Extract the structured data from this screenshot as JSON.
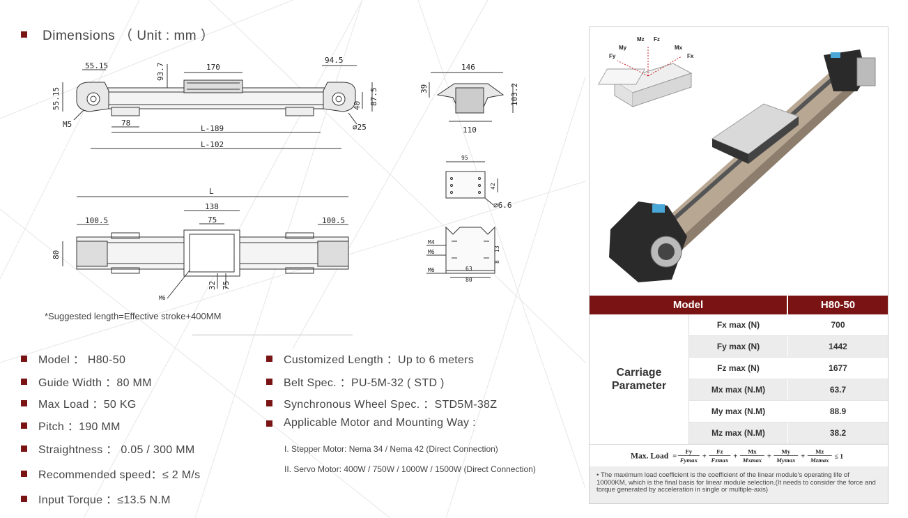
{
  "heading": {
    "title": "Dimensions （ Unit : mm ）"
  },
  "drawing": {
    "front_view": {
      "d1": "55.15",
      "d2": "93.7",
      "d3": "170",
      "d4": "94.5",
      "d5": "55.15",
      "d6": "40",
      "d7": "87.5",
      "d8": "78",
      "d9": "L-189",
      "d10": "L-102",
      "d11": "M5",
      "d12": "∅25"
    },
    "top_view": {
      "d1": "L",
      "d2": "138",
      "d3": "75",
      "d4": "100.5",
      "d5": "100.5",
      "d6": "80",
      "d7": "32",
      "d8": "75",
      "d9": "M6"
    },
    "side_view": {
      "d1": "146",
      "d2": "39",
      "d3": "103.2",
      "d4": "110"
    },
    "carriage_view": {
      "d1": "95",
      "d2": "42",
      "d3": "∅6.6"
    },
    "profile_view": {
      "d1": "M4",
      "d2": "M6",
      "d3": "M6",
      "d4": "63",
      "d5": "80",
      "d6": "13",
      "d7": "8"
    }
  },
  "note": "*Suggested length=Effective stroke+400MM",
  "specs_left": [
    "Model ： H80-50",
    "Guide Width ：80 MM",
    "Max Load ：50 KG",
    "Pitch ：190 MM",
    "Straightness ： 0.05 / 300 MM",
    "Recommended speed：≤ 2 M/s",
    "Input Torque ：≤13.5 N.M"
  ],
  "specs_right": [
    "Customized Length ：Up to 6 meters",
    "Belt Spec. ：PU-5M-32 ( STD )",
    "Synchronous Wheel Spec. ：STD5M-38Z",
    "Applicable Motor and Mounting Way :"
  ],
  "motor_ways": [
    "I. Stepper Motor: Nema 34 / Nema 42 (Direct Connection)",
    "II. Servo Motor: 400W / 750W / 1000W / 1500W (Direct Connection)"
  ],
  "photo_axes": {
    "mz": "Mz",
    "fz": "Fz",
    "my": "My",
    "fy": "Fy",
    "mx": "Mx",
    "fx": "Fx"
  },
  "table": {
    "col_model": "Model",
    "col_value": "H80-50",
    "group_label": "Carriage Parameter",
    "rows": [
      {
        "param": "Fx max (N)",
        "value": "700"
      },
      {
        "param": "Fy max (N)",
        "value": "1442"
      },
      {
        "param": "Fz max (N)",
        "value": "1677"
      },
      {
        "param": "Mx max (N.M)",
        "value": "63.7"
      },
      {
        "param": "My max (N.M)",
        "value": "88.9"
      },
      {
        "param": "Mz max (N.M)",
        "value": "38.2"
      }
    ],
    "formula": {
      "label": "Max. Load",
      "terms": [
        {
          "num": "Fy",
          "den": "Fymax"
        },
        {
          "num": "Fz",
          "den": "Fzmax"
        },
        {
          "num": "Mx",
          "den": "Mxmax"
        },
        {
          "num": "My",
          "den": "Mymax"
        },
        {
          "num": "Mz",
          "den": "Mzmax"
        }
      ],
      "tail": "≤ 1"
    },
    "footnote": "The maximum load coefficient is the coefficient of the linear module's operating life of 10000KM, which is the final basis for linear module selection.(It needs to consider the force and torque generated by acceleration in single or multiple-axis)"
  },
  "colors": {
    "accent": "#7a1414",
    "row_alt": "#ececec"
  }
}
